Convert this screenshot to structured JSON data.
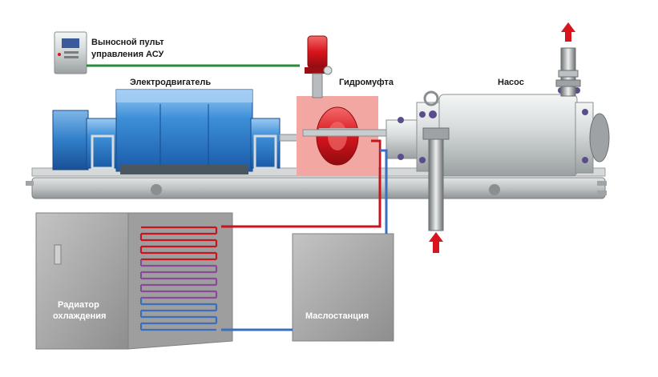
{
  "labels": {
    "remote_panel_line1": "Выносной пульт",
    "remote_panel_line2": "управления АСУ",
    "motor": "Электродвигатель",
    "coupling": "Гидромуфта",
    "pump": "Насос",
    "radiator_line1": "Радиатор",
    "radiator_line2": "охлаждения",
    "oil_station": "Маслостанция"
  },
  "colors": {
    "motor_blue": "#2e7fd0",
    "coupling_red": "#d8141c",
    "coupling_zone": "#f3a7a2",
    "hot_line": "#c8141c",
    "cold_line": "#3a6fc0",
    "control_line": "#2a8a3a",
    "flow_arrow": "#d8141c",
    "radiator_body": "#a0a0a0",
    "oil_station_body": "#a8a8a8"
  },
  "flow_arrows": {
    "inlet": "flow-inlet-arrow-up",
    "outlet": "flow-outlet-arrow-up"
  }
}
